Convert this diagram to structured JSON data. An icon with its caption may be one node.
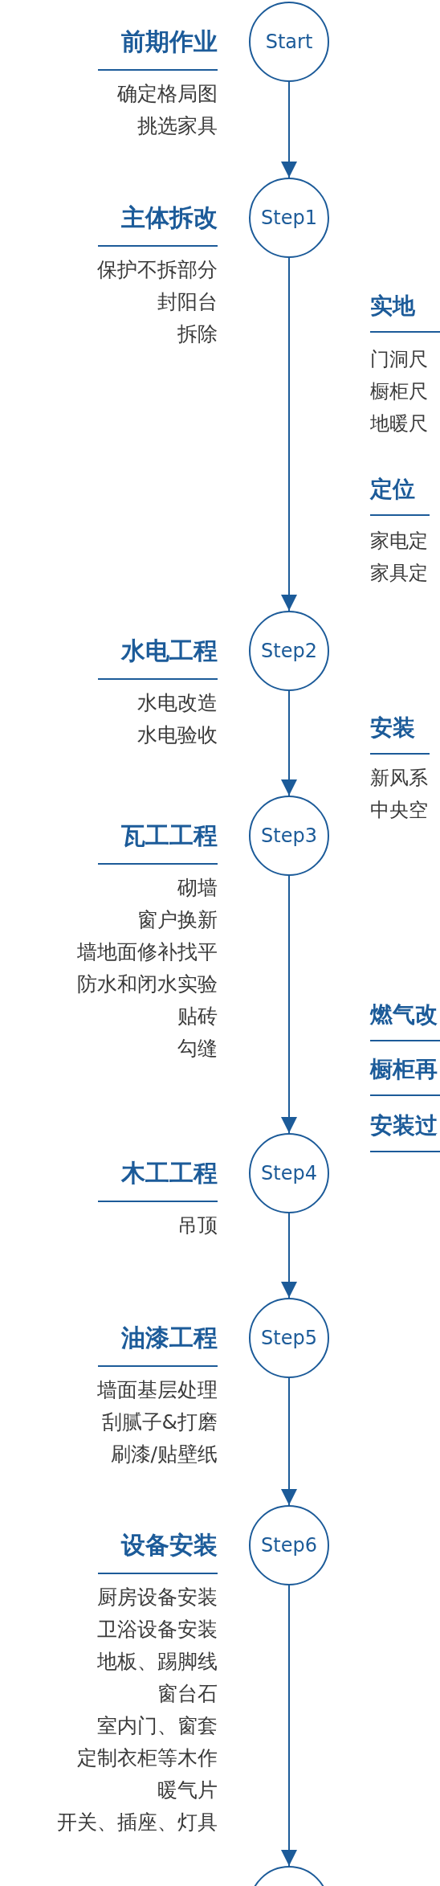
{
  "diagram": {
    "nodes": [
      {
        "text": [
          "Start"
        ],
        "beside": [
          "前期作业",
          "确定格局图",
          "挑选家具"
        ]
      },
      {
        "text": [
          "Step1"
        ],
        "beside": [
          "主体拆改",
          "保护不拆部分",
          "封阳台",
          "拆除"
        ]
      },
      {
        "text": [
          "Step2"
        ],
        "beside": [
          "水电工程",
          "水电改造",
          "水电验收"
        ]
      },
      {
        "text": [
          "Step3"
        ],
        "beside": [
          "瓦工工程",
          "砌墙",
          "窗户换新",
          "墙地面修补找平",
          "防水和闭水实验",
          "贴砖",
          "勾缝"
        ]
      },
      {
        "text": [
          "Step4"
        ],
        "beside": [
          "木工工程",
          "吊顶"
        ]
      },
      {
        "text": [
          "Step5"
        ],
        "beside": [
          "油漆工程",
          "墙面基层处理",
          "刮腻子&打磨",
          "刷漆/贴壁纸"
        ]
      },
      {
        "text": [
          "Step6"
        ],
        "beside": [
          "设备安装",
          "厨房设备安装",
          "卫浴设备安装",
          "地板、踢脚线",
          "窗台石",
          "室内门、窗套",
          "定制衣柜等木作",
          "暖气片",
          "开关、插座、灯具"
        ]
      },
      {
        "text": [],
        "shape": "circle"
      }
    ],
    "edges": [
      {
        "from": 0,
        "to": 1,
        "arrow": "to"
      },
      {
        "from": 1,
        "to": 2,
        "arrow": "to"
      },
      {
        "from": 2,
        "to": 3,
        "arrow": "to"
      },
      {
        "from": 3,
        "to": 4,
        "arrow": "to"
      },
      {
        "from": 4,
        "to": 5,
        "arrow": "to"
      },
      {
        "from": 5,
        "to": 6,
        "arrow": "to"
      },
      {
        "from": 6,
        "to": 7,
        "arrow": "to"
      }
    ],
    "labels": [
      "实地",
      "门洞尺",
      "橱柜尺",
      "地暖尺",
      "定位",
      "家电定",
      "家具定",
      "安装",
      "新风系",
      "中央空",
      "燃气改",
      "橱柜再",
      "安装过"
    ]
  }
}
